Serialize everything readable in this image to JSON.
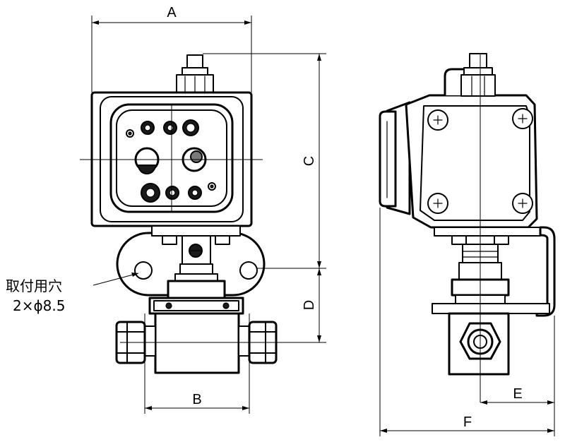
{
  "dimensions": {
    "A": "A",
    "B": "B",
    "C": "C",
    "D": "D",
    "E": "E",
    "F": "F"
  },
  "note": {
    "line1": "取付用穴",
    "line2": "2×ϕ8.5"
  }
}
